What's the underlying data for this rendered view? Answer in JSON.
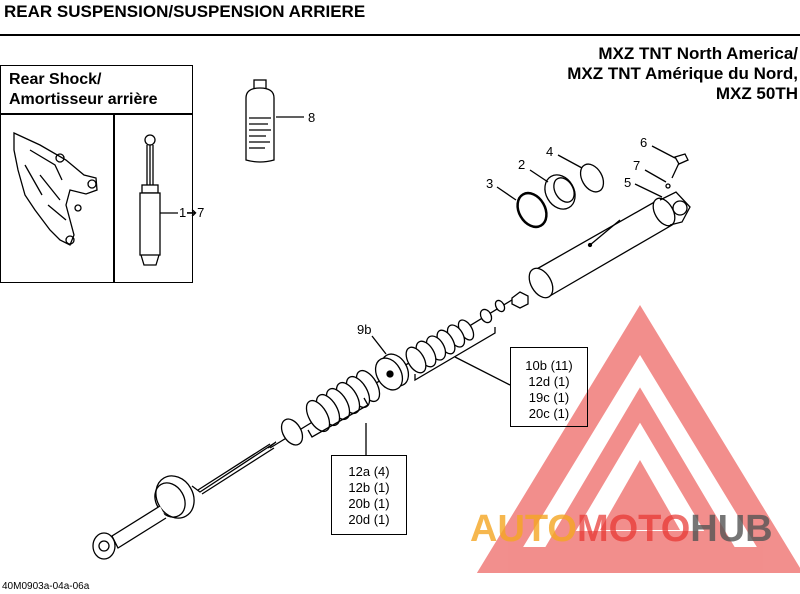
{
  "header": {
    "title": "REAR SUSPENSION/SUSPENSION ARRIERE",
    "models": [
      "MXZ TNT North America/",
      "MXZ TNT Amérique du Nord,",
      "MXZ 50TH"
    ]
  },
  "inset": {
    "title_line1": "Rear Shock/",
    "title_line2": "Amortisseur arrière",
    "callout": "1➔7"
  },
  "callouts": {
    "c2": "2",
    "c3": "3",
    "c4": "4",
    "c5": "5",
    "c6": "6",
    "c7": "7",
    "c8": "8",
    "c9b": "9b"
  },
  "qty_box_upper": [
    "10b (11)",
    "12d (1)",
    "19c (1)",
    "20c (1)"
  ],
  "qty_box_lower": [
    "12a (4)",
    "12b (1)",
    "20b (1)",
    "20d (1)"
  ],
  "footer": "40M0903a-04a-06a",
  "watermark": {
    "part1": "AUTO",
    "part2": "MOTO",
    "part3": "HUB"
  },
  "colors": {
    "watermark_red": "#e8332f",
    "watermark_orange": "#f5a623",
    "watermark_gray": "#555555"
  }
}
